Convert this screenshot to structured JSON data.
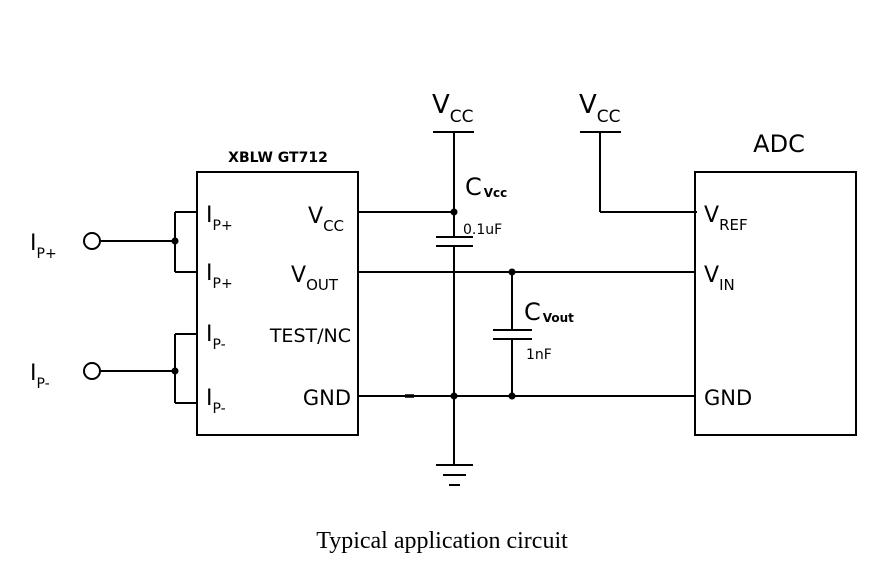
{
  "chip": {
    "name": "XBLW GT712",
    "pins_left": [
      {
        "main": "I",
        "sub": "P+"
      },
      {
        "main": "I",
        "sub": "P+"
      },
      {
        "main": "I",
        "sub": "P-"
      },
      {
        "main": "I",
        "sub": "P-"
      }
    ],
    "pins_right": {
      "vcc": {
        "main": "V",
        "sub": "CC"
      },
      "vout": {
        "main": "V",
        "sub": "OUT"
      },
      "test": "TEST/NC",
      "gnd": "GND"
    }
  },
  "inputs": {
    "ip_plus": {
      "main": "I",
      "sub": "P+"
    },
    "ip_minus": {
      "main": "I",
      "sub": "P-"
    }
  },
  "supply": {
    "vcc_main": {
      "main": "V",
      "sub": "CC"
    },
    "vcc_adc": {
      "main": "V",
      "sub": "CC"
    }
  },
  "capacitors": {
    "cvcc": {
      "main": "C",
      "sub": "Vcc",
      "value": "0.1uF"
    },
    "cvout": {
      "main": "C",
      "sub": "Vout",
      "value": "1nF"
    }
  },
  "adc": {
    "title": "ADC",
    "vref": {
      "main": "V",
      "sub": "REF"
    },
    "vin": {
      "main": "V",
      "sub": "IN"
    },
    "gnd": "GND"
  },
  "caption": "Typical application circuit"
}
